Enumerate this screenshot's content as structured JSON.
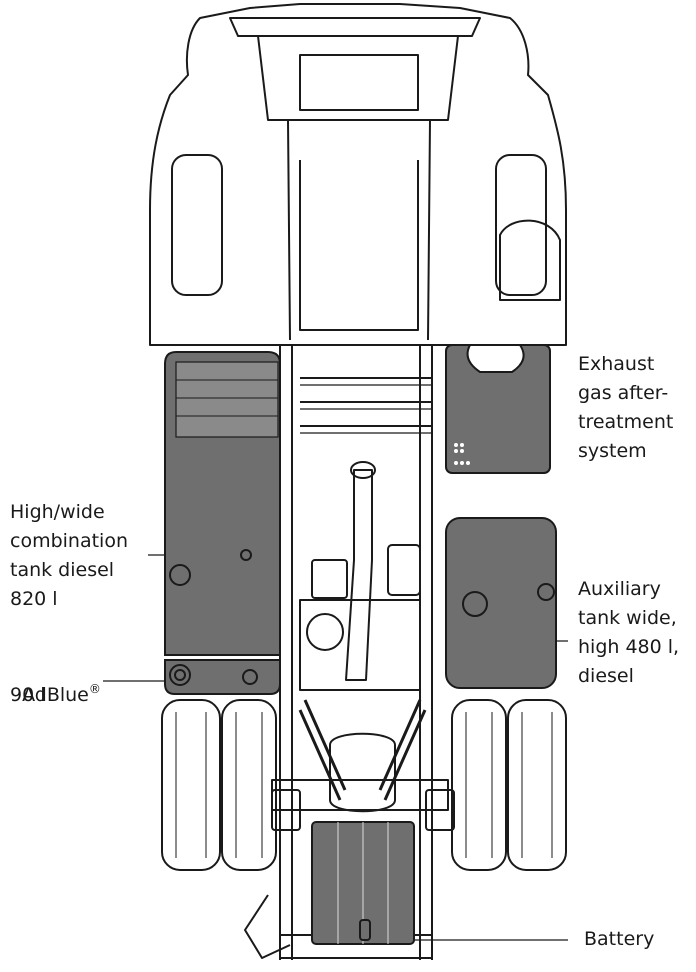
{
  "labels": {
    "exhaust": "Exhaust\ngas after-\ntreatment\nsystem",
    "combination_tank": "High/wide\ncombination\ntank diesel\n820 l",
    "adblue_name": "AdBlue",
    "adblue_mark": "®",
    "adblue_volume": "90 l",
    "auxiliary_tank": "Auxiliary\ntank wide,\nhigh 480 l,\ndiesel",
    "battery": "Battery"
  },
  "colors": {
    "tank_fill": "#6f6f6f",
    "outline": "#1a1a1a",
    "background": "#ffffff"
  }
}
